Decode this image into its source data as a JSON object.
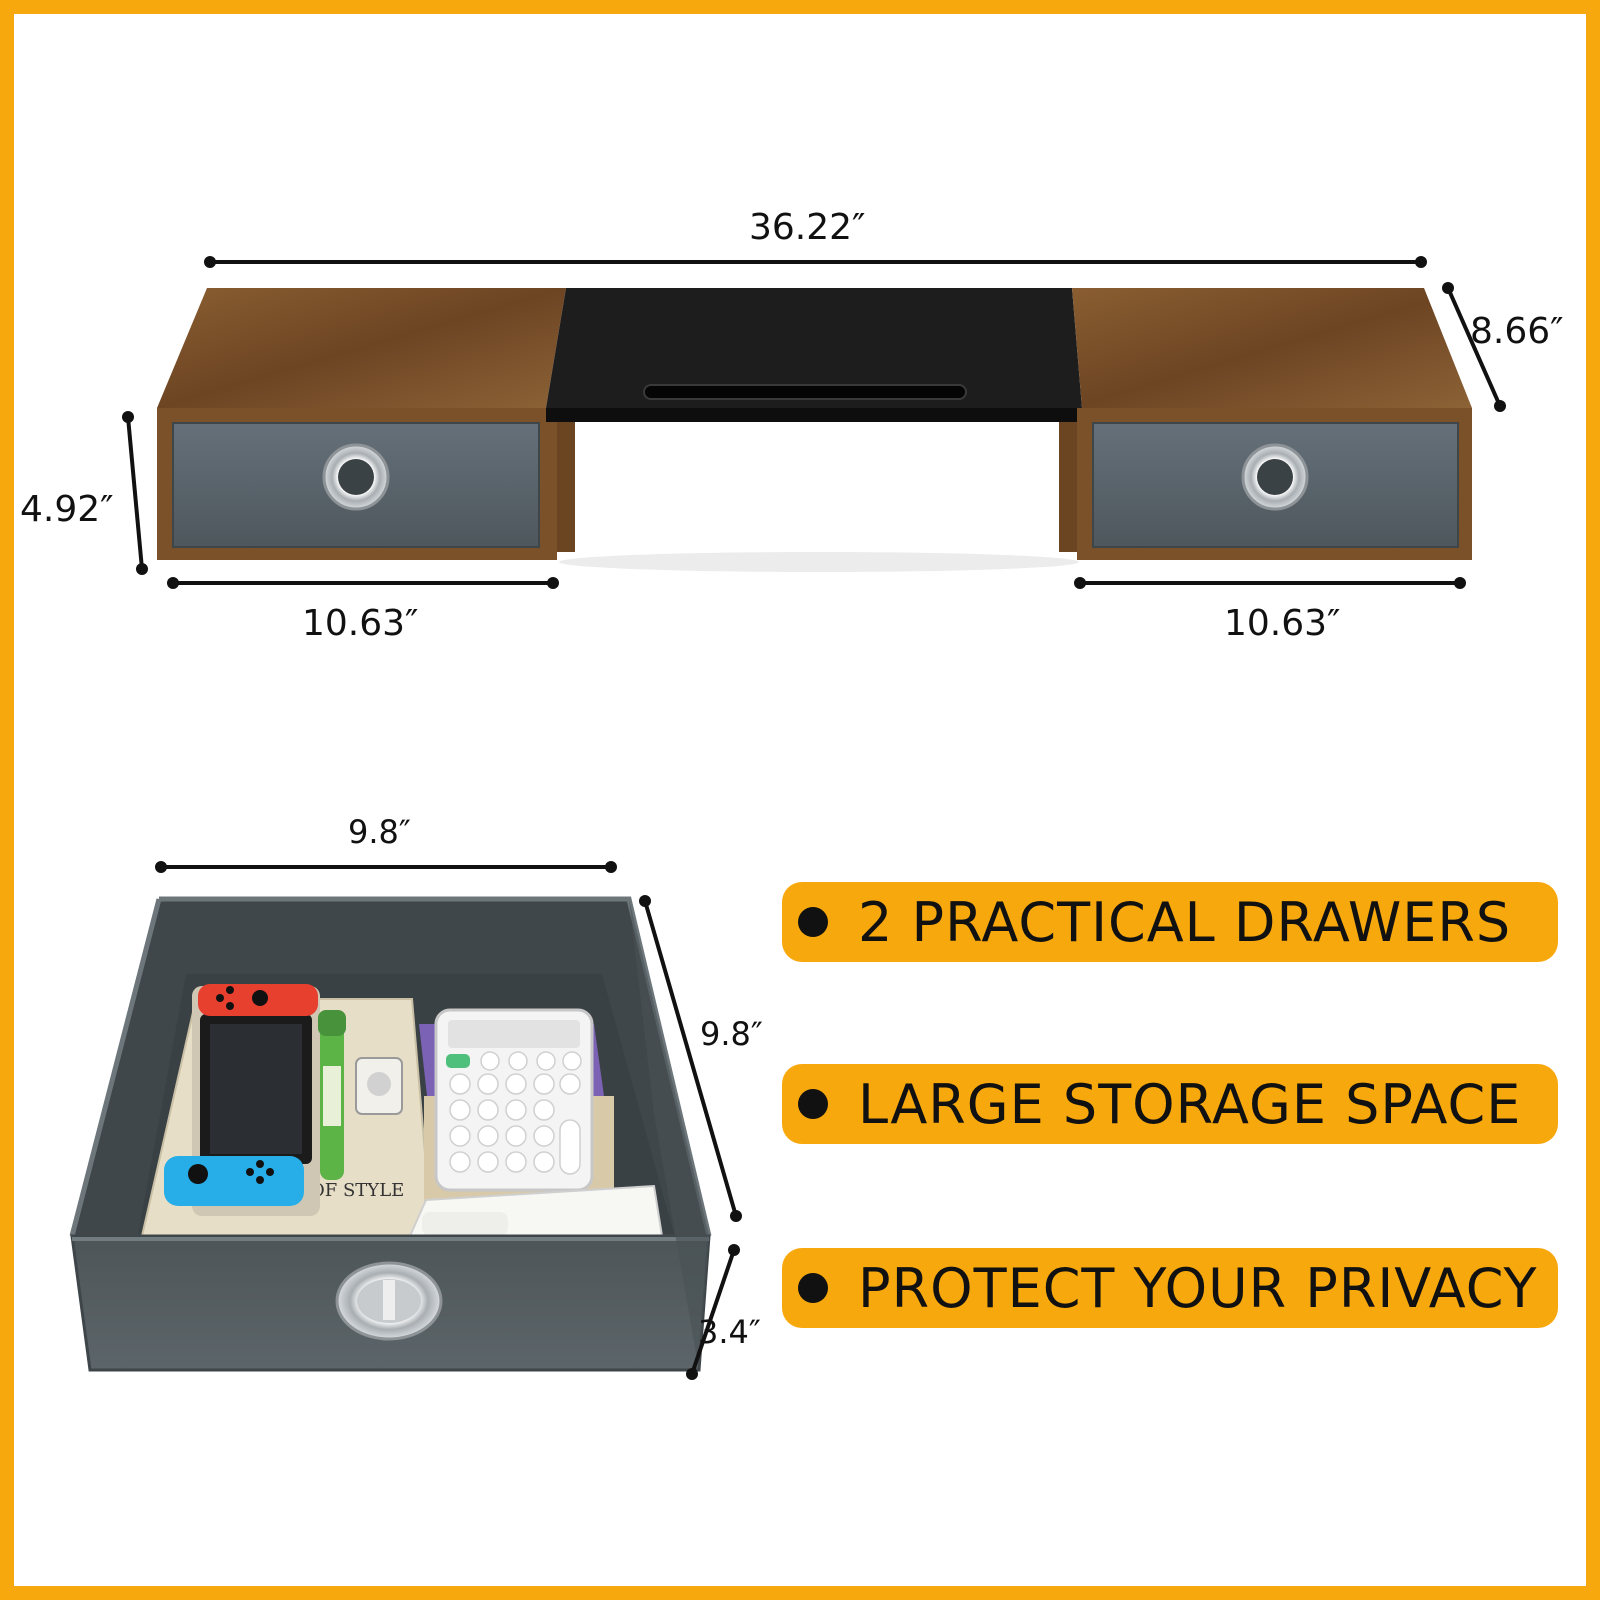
{
  "product": {
    "riser_width": "36.22″",
    "riser_depth": "8.66″",
    "riser_height": "4.92″",
    "left_drawer_unit_width": "10.63″",
    "right_drawer_unit_width": "10.63″"
  },
  "drawer": {
    "width": "9.8″",
    "depth": "9.8″",
    "height": "3.4″",
    "book_spine_text": "OF STYLE"
  },
  "features": [
    {
      "label": "2 PRACTICAL DRAWERS"
    },
    {
      "label": "LARGE STORAGE SPACE"
    },
    {
      "label": "PROTECT YOUR PRIVACY"
    }
  ],
  "colors": {
    "accent": "#f7a80c",
    "wood": "#7a5128",
    "drawer_fabric": "#5b6467",
    "platform": "#1d1d1d"
  }
}
